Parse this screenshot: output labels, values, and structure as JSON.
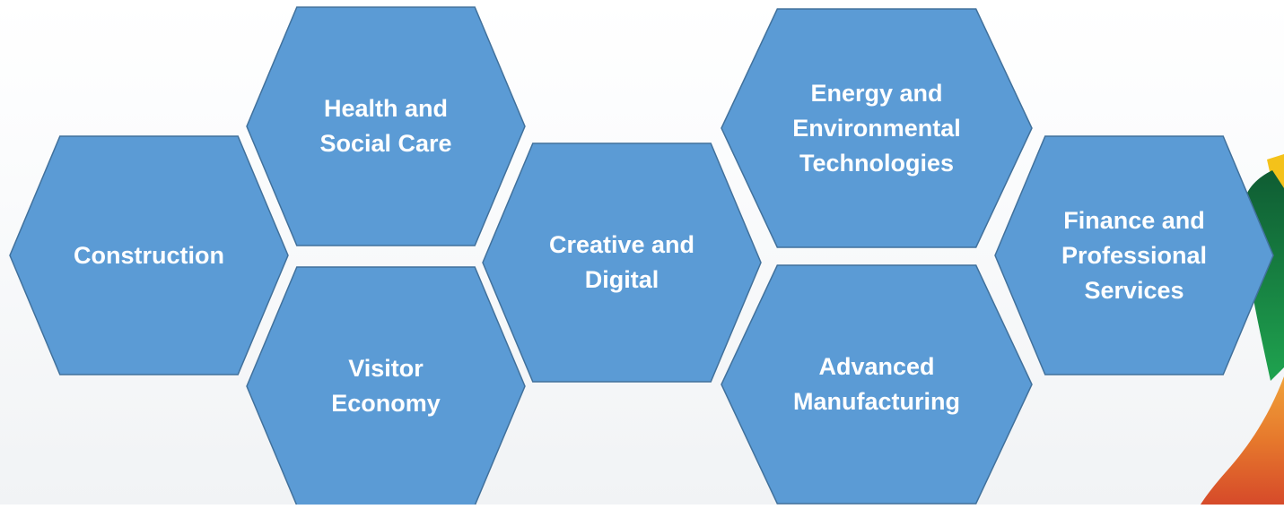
{
  "colors": {
    "hexagon_fill": "#5b9bd5",
    "hexagon_stroke": "#41719c",
    "label_text": "#ffffff",
    "ribbon_dark_green": "#0f6b3a",
    "ribbon_green": "#1c9a4a",
    "ribbon_yellow": "#f4c21a",
    "ribbon_orange": "#e87d2b",
    "ribbon_red": "#d84a2a"
  },
  "sectors": [
    {
      "id": "construction",
      "lines": [
        "Construction"
      ]
    },
    {
      "id": "health-social-care",
      "lines": [
        "Health and",
        "Social Care"
      ]
    },
    {
      "id": "visitor-economy",
      "lines": [
        "Visitor",
        "Economy"
      ]
    },
    {
      "id": "creative-digital",
      "lines": [
        "Creative and",
        "Digital"
      ]
    },
    {
      "id": "energy-environmental",
      "lines": [
        "Energy and",
        "Environmental",
        "Technologies"
      ]
    },
    {
      "id": "advanced-manufacturing",
      "lines": [
        "Advanced",
        "Manufacturing"
      ]
    },
    {
      "id": "finance-professional",
      "lines": [
        "Finance and",
        "Professional",
        "Services"
      ]
    }
  ]
}
